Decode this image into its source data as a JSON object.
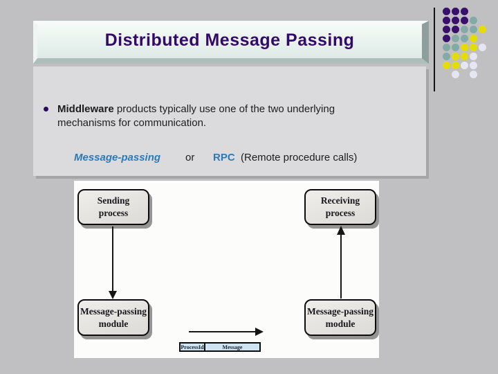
{
  "slide": {
    "title": "Distributed Message Passing",
    "bullet": {
      "line1_bold": "Middleware",
      "line1_rest": " products typically use one of the two underlying",
      "line2": "mechanisms for communication."
    },
    "options": {
      "option1": "Message-passing",
      "connector": "or",
      "option2": "RPC",
      "option2_detail": "(Remote procedure calls)"
    }
  },
  "diagram": {
    "sending_process": {
      "line1": "Sending",
      "line2": "process"
    },
    "receiving_process": {
      "line1": "Receiving",
      "line2": "process"
    },
    "module_left": {
      "line1": "Message-passing",
      "line2": "module"
    },
    "module_right": {
      "line1": "Message-passing",
      "line2": "module"
    },
    "message_format": {
      "field1": "ProcessId",
      "field2": "Message"
    }
  },
  "decoration": {
    "colors": {
      "purple": "#38106b",
      "teal": "#82aaa6",
      "yellow": "#e3dd05",
      "white": "#e6e6f2",
      "accent_title": "#330a66",
      "accent_blue": "#2a7ab8",
      "background": "#c0c0c3"
    },
    "dots": [
      {
        "row": 0,
        "col": 0,
        "color": "purple"
      },
      {
        "row": 0,
        "col": 1,
        "color": "purple"
      },
      {
        "row": 0,
        "col": 2,
        "color": "purple"
      },
      {
        "row": 1,
        "col": 0,
        "color": "purple"
      },
      {
        "row": 1,
        "col": 1,
        "color": "purple"
      },
      {
        "row": 1,
        "col": 2,
        "color": "purple"
      },
      {
        "row": 1,
        "col": 3,
        "color": "teal"
      },
      {
        "row": 2,
        "col": 0,
        "color": "purple"
      },
      {
        "row": 2,
        "col": 1,
        "color": "purple"
      },
      {
        "row": 2,
        "col": 2,
        "color": "teal"
      },
      {
        "row": 2,
        "col": 3,
        "color": "teal"
      },
      {
        "row": 2,
        "col": 4,
        "color": "yellow"
      },
      {
        "row": 3,
        "col": 0,
        "color": "purple"
      },
      {
        "row": 3,
        "col": 1,
        "color": "teal"
      },
      {
        "row": 3,
        "col": 2,
        "color": "teal"
      },
      {
        "row": 3,
        "col": 3,
        "color": "yellow"
      },
      {
        "row": 4,
        "col": 0,
        "color": "teal"
      },
      {
        "row": 4,
        "col": 1,
        "color": "teal"
      },
      {
        "row": 4,
        "col": 2,
        "color": "yellow"
      },
      {
        "row": 4,
        "col": 3,
        "color": "yellow"
      },
      {
        "row": 4,
        "col": 4,
        "color": "white"
      },
      {
        "row": 5,
        "col": 0,
        "color": "teal"
      },
      {
        "row": 5,
        "col": 1,
        "color": "yellow"
      },
      {
        "row": 5,
        "col": 2,
        "color": "yellow"
      },
      {
        "row": 5,
        "col": 3,
        "color": "white"
      },
      {
        "row": 6,
        "col": 0,
        "color": "yellow"
      },
      {
        "row": 6,
        "col": 1,
        "color": "yellow"
      },
      {
        "row": 6,
        "col": 2,
        "color": "white"
      },
      {
        "row": 6,
        "col": 3,
        "color": "white"
      },
      {
        "row": 7,
        "col": 1,
        "color": "white"
      },
      {
        "row": 7,
        "col": 3,
        "color": "white"
      }
    ]
  }
}
